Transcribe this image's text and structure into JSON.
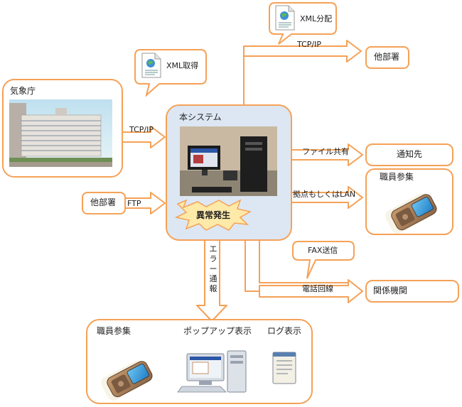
{
  "colors": {
    "orange": "#f5a157",
    "arrow_fill": "#ffffff",
    "system_fill": "#dde7f3",
    "system_stroke": "#f5a157",
    "burst_fill": "#fde9a8"
  },
  "nodes": {
    "jma": "気象庁",
    "system": "本システム",
    "other_dept_left": "他部署",
    "other_dept_top": "他部署",
    "notify_target": "通知先",
    "staff_right": "職員参集",
    "related_org": "関係機関"
  },
  "callouts": {
    "xml_get": "XML取得",
    "xml_dist": "XML分配",
    "fax": "FAX送信"
  },
  "edges": {
    "tcp_left": "TCP/IP",
    "tcp_top": "TCP/IP",
    "ftp": "FTP",
    "file_share": "ファイル共有",
    "lan": "拠点もしくはLAN",
    "phone": "電話回線",
    "error_report": "エラー通報"
  },
  "alert": "異常発生",
  "bottom_box": {
    "staff": "職員参集",
    "popup": "ポップアップ表示",
    "log": "ログ表示"
  },
  "icons": [
    "xml-document-icon",
    "mobile-phone-icon",
    "computer-icon",
    "log-notepad-icon",
    "building-photo",
    "workstation-photo"
  ]
}
